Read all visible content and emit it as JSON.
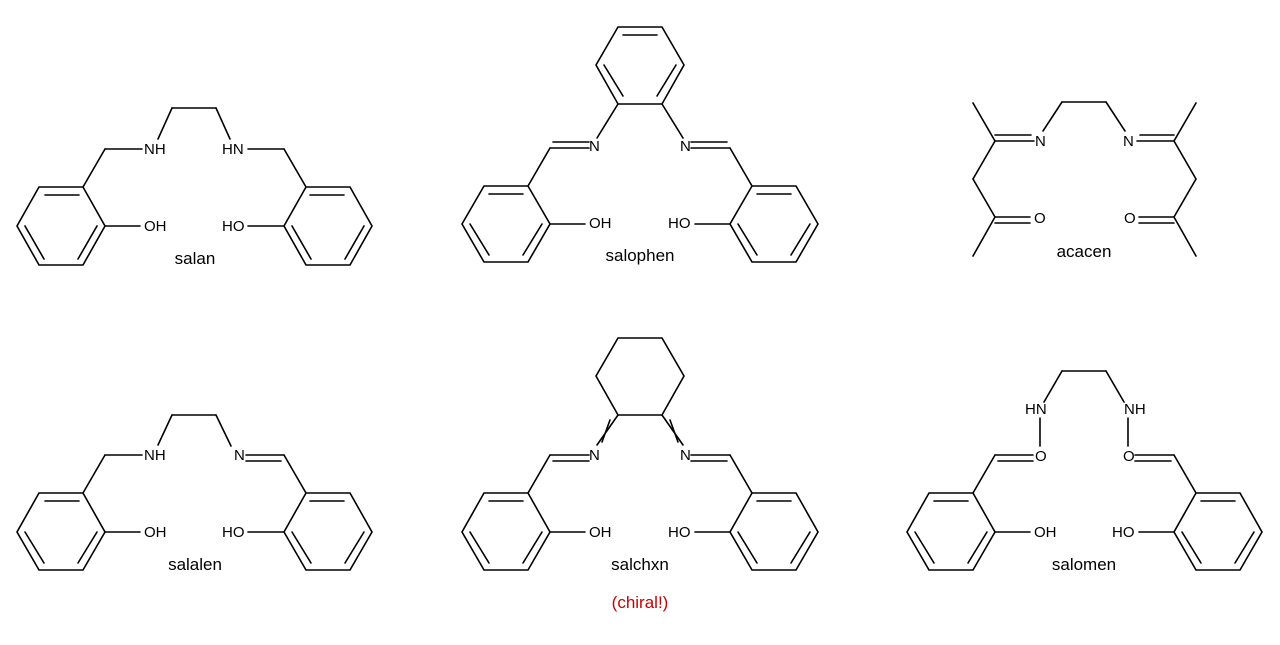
{
  "colors": {
    "ink": "#000000",
    "note": "#cc0000",
    "background": "#ffffff"
  },
  "atoms": {
    "amine": "NH",
    "amine_left": "HN",
    "imine": "N",
    "oxygen": "O",
    "hydroxyl": "OH",
    "hydroxyl_left": "HO"
  },
  "compounds": [
    {
      "name": "salan"
    },
    {
      "name": "salophen"
    },
    {
      "name": "acacen"
    },
    {
      "name": "salalen"
    },
    {
      "name": "salchxn",
      "note": "(chiral!)"
    },
    {
      "name": "salomen"
    }
  ]
}
